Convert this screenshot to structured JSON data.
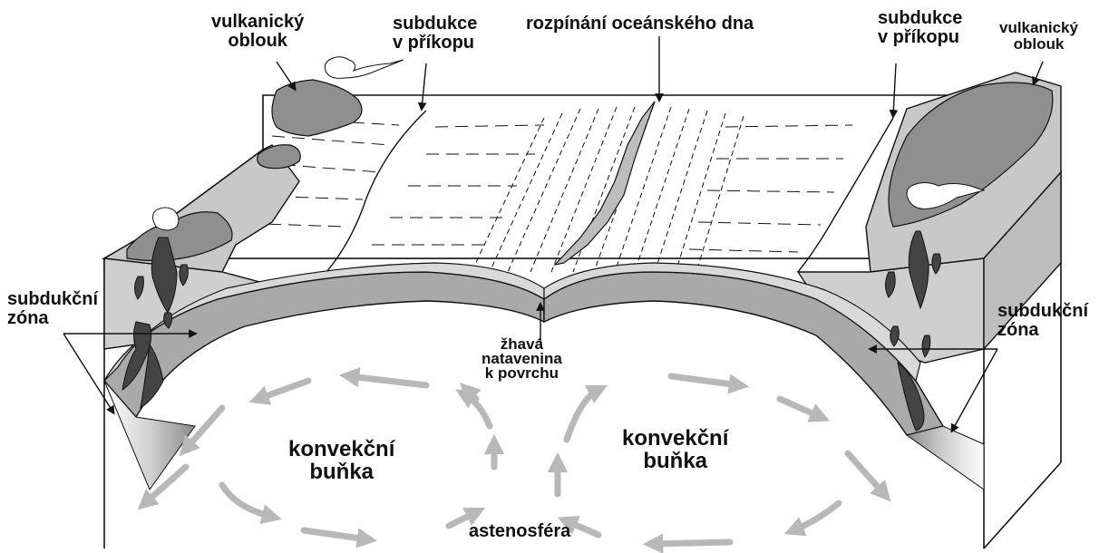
{
  "labels": {
    "volcanic_arc_left": [
      "vulkanický",
      "oblouk"
    ],
    "trench_left": [
      "subdukce",
      "v příkopu"
    ],
    "ridge": "rozpínání oceánského dna",
    "trench_right": [
      "subdukce",
      "v příkopu"
    ],
    "volcanic_arc_right": [
      "vulkanický",
      "oblouk"
    ],
    "subduction_zone_left": [
      "subdukční",
      "zóna"
    ],
    "subduction_zone_right": [
      "subdukční",
      "zóna"
    ],
    "magma": [
      "žhavá",
      "natavenina",
      "k povrchu"
    ],
    "convection_left": [
      "konvekční",
      "buňka"
    ],
    "convection_right": [
      "konvekční",
      "buňka"
    ],
    "asthenosphere": "astenosféra"
  },
  "colors": {
    "stroke": "#111111",
    "ocean_surface": "#ffffff",
    "crust_light": "#d9d9d9",
    "lithosphere": "#a9a9a9",
    "continent": "#bdbdbd",
    "mountains": "#8f8f8f",
    "magma": "#444444",
    "arrows": "#b8b8b8"
  }
}
